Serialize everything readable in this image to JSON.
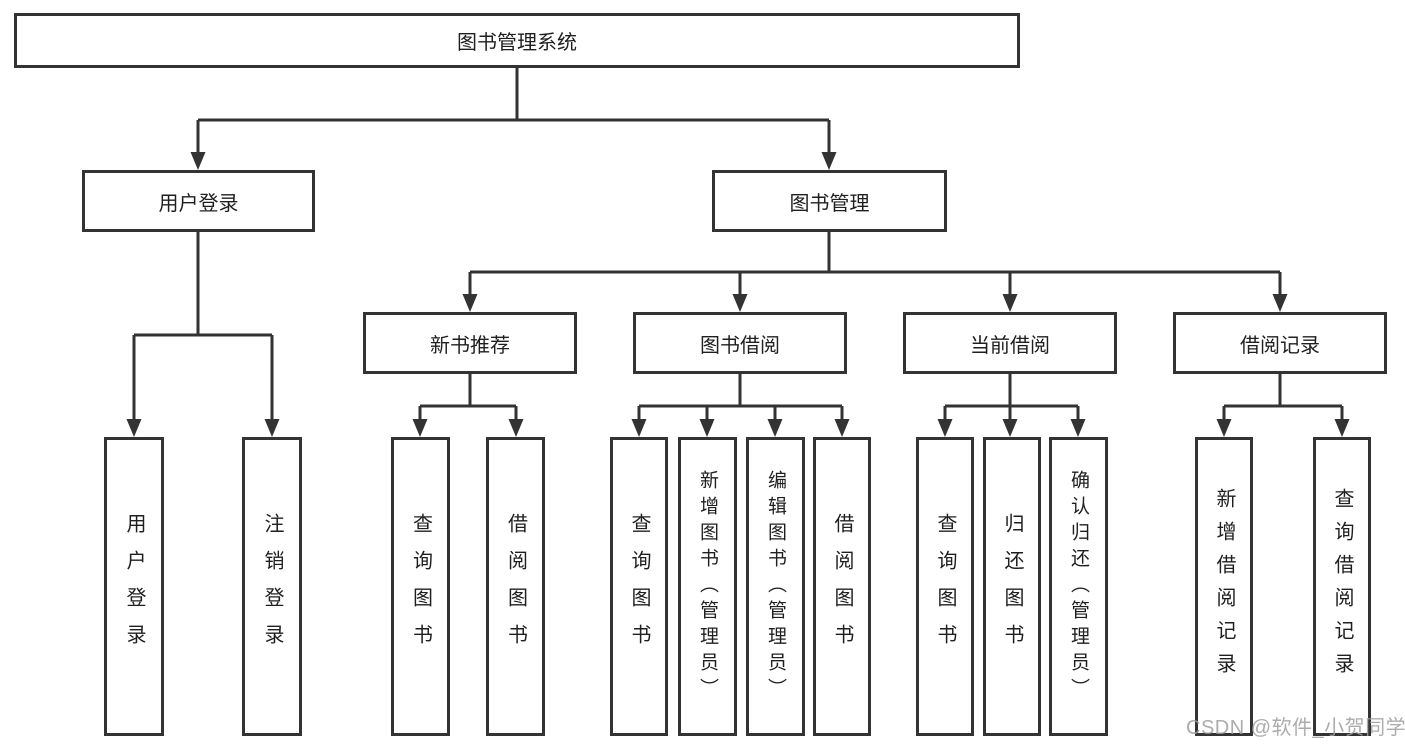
{
  "tree": {
    "root": "图书管理系统",
    "branches": [
      {
        "label": "用户登录",
        "children": [
          "用户登录",
          "注销登录"
        ]
      },
      {
        "label": "图书管理",
        "groups": [
          {
            "label": "新书推荐",
            "children": [
              "查询图书",
              "借阅图书"
            ]
          },
          {
            "label": "图书借阅",
            "children": [
              "查询图书",
              "新增图书（管理员）",
              "编辑图书（管理员）",
              "借阅图书"
            ]
          },
          {
            "label": "当前借阅",
            "children": [
              "查询图书",
              "归还图书",
              "确认归还（管理员）"
            ]
          },
          {
            "label": "借阅记录",
            "children": [
              "新增借阅记录",
              "查询借阅记录"
            ]
          }
        ]
      }
    ]
  },
  "watermark": {
    "text": "CSDN @软件_小贺同学"
  },
  "colors": {
    "line": "#333333",
    "box_border": "#333333",
    "text": "#1f1f1f",
    "background": "#ffffff",
    "watermark": "#9e9e9e"
  }
}
